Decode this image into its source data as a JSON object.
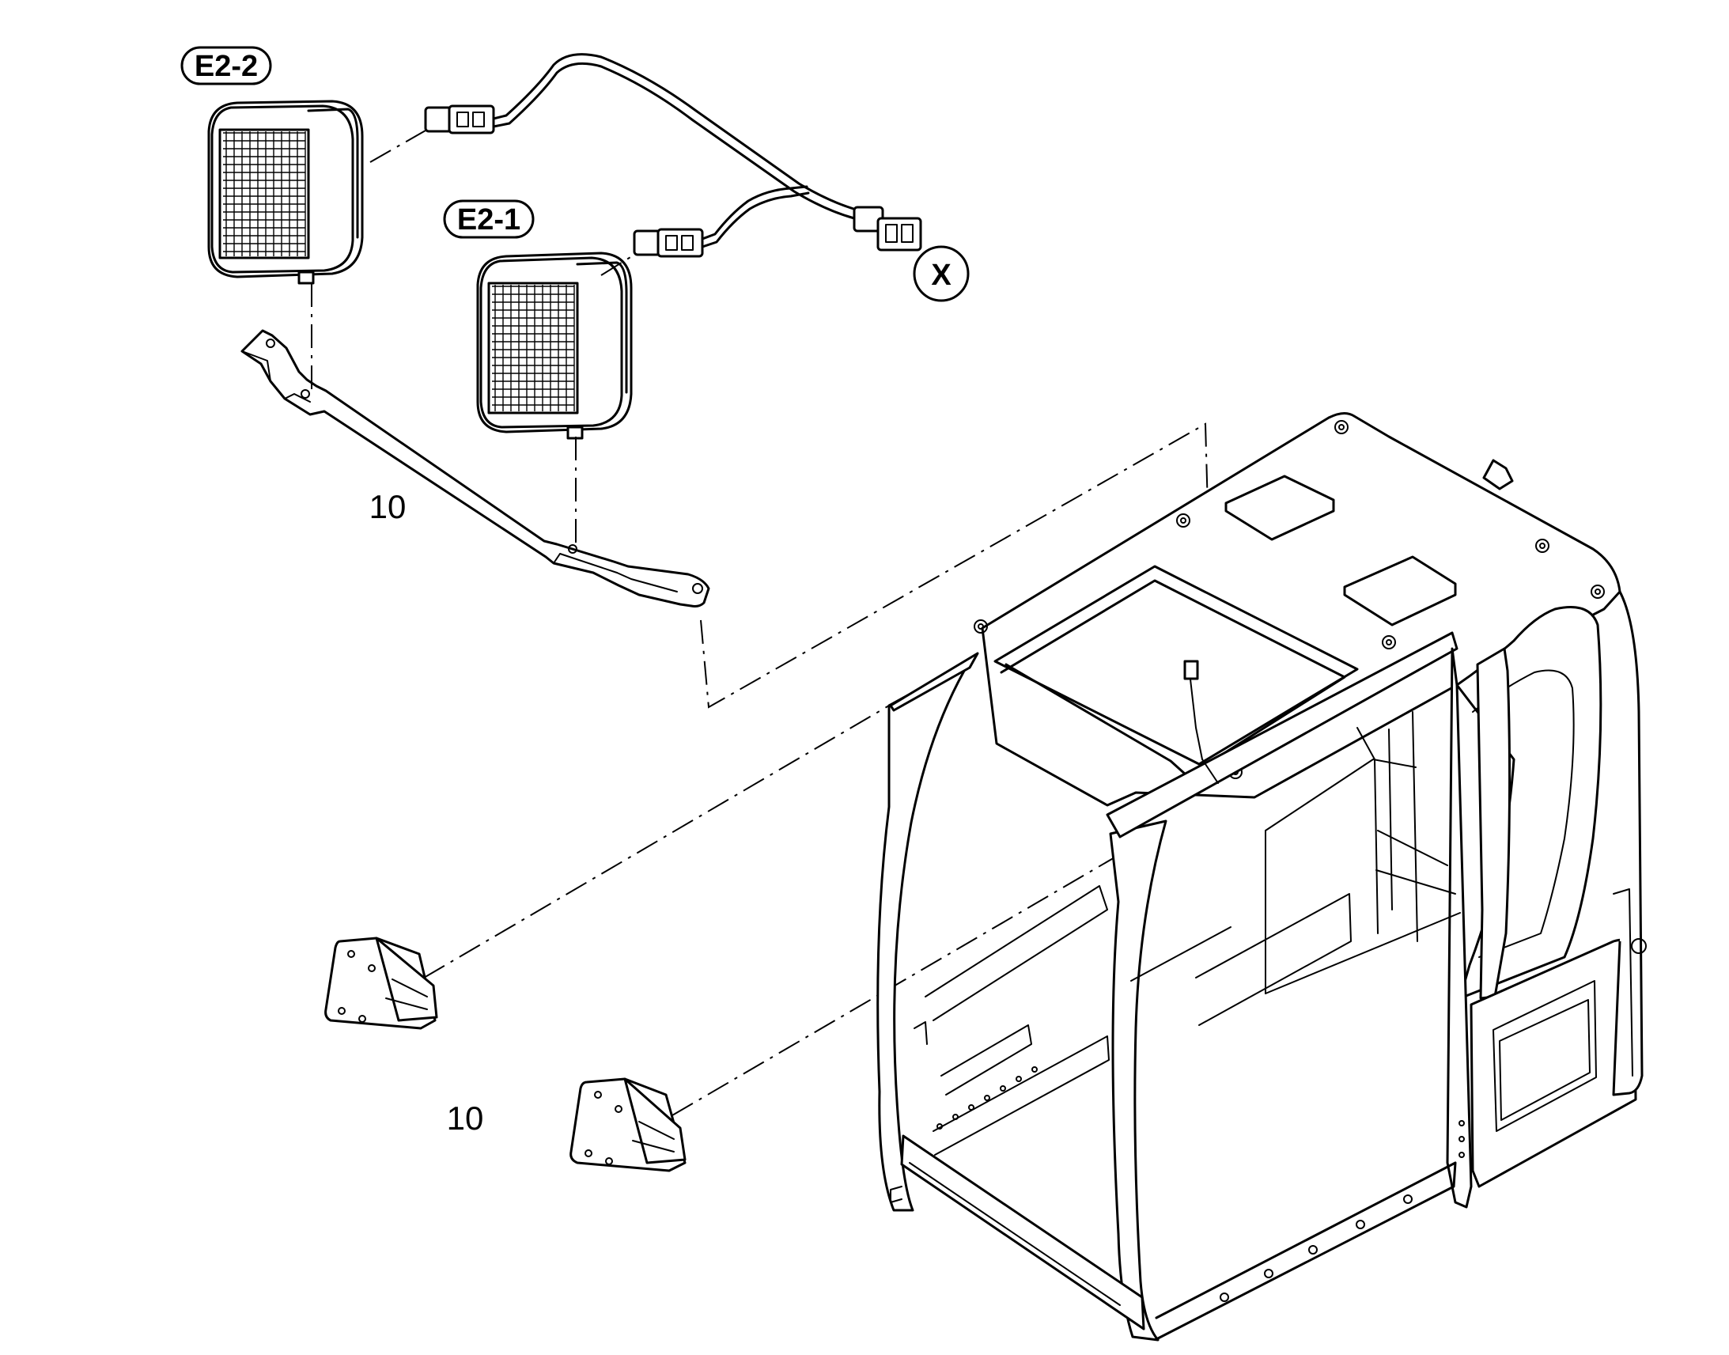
{
  "labels": {
    "e2_2": "E2-2",
    "e2_1": "E2-1",
    "x_harness": "X",
    "x_cab": "X",
    "part_10_bracket": "10",
    "part_10_shields": "10"
  },
  "colors": {
    "line": "#000000",
    "background": "#ffffff"
  }
}
